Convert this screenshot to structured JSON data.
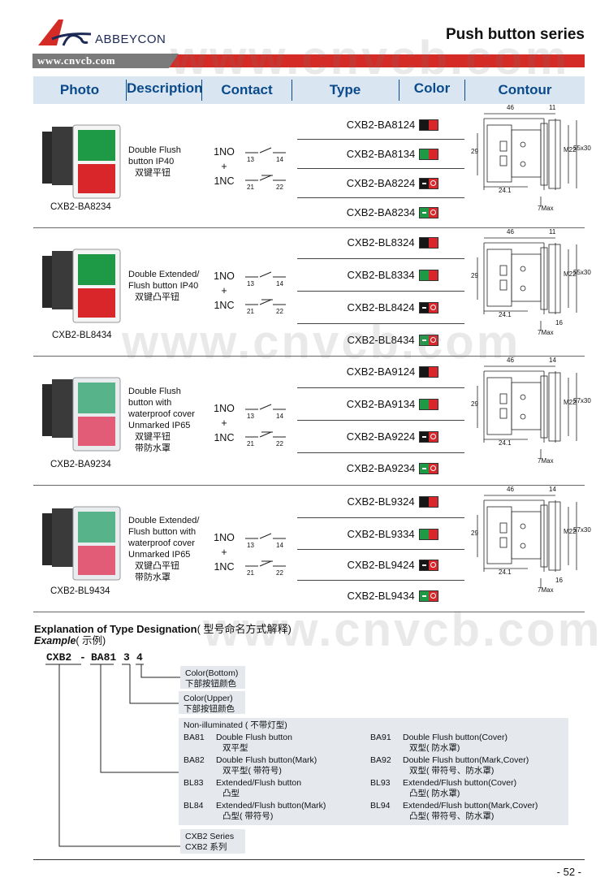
{
  "brand": {
    "name": "ABBEYCON",
    "url": "www.cnvcb.com",
    "watermark": "www.cnvcb.com"
  },
  "page_title": "Push button series",
  "headers": [
    "Photo",
    "Description",
    "Contact",
    "Type",
    "Color",
    "Contour"
  ],
  "contact": {
    "no": "1NO",
    "plus": "+",
    "nc": "1NC",
    "n13": "13",
    "n14": "14",
    "n21": "21",
    "n22": "22"
  },
  "sections": [
    {
      "model": "CXB2-BA8234",
      "desc_en": "Double Flush button IP40",
      "desc_cn": "双键平钮",
      "types": [
        "CXB2-BA8124",
        "CXB2-BA8134",
        "CXB2-BA8224",
        "CXB2-BA8234"
      ],
      "dims": {
        "w": "46",
        "h1": "11",
        "d": "29",
        "m": "M22",
        "o": "55x30",
        "b": "24.1",
        "t": "7Max"
      }
    },
    {
      "model": "CXB2-BL8434",
      "desc_en": "Double Extended/ Flush button IP40",
      "desc_cn": "双键凸平钮",
      "types": [
        "CXB2-BL8324",
        "CXB2-BL8334",
        "CXB2-BL8424",
        "CXB2-BL8434"
      ],
      "dims": {
        "w": "46",
        "h1": "11",
        "d": "29",
        "m": "M22",
        "o": "55x30",
        "b": "24.1",
        "t": "7Max",
        "e": "16"
      }
    },
    {
      "model": "CXB2-BA9234",
      "desc_en": "Double Flush button with waterproof cover Unmarked IP65",
      "desc_cn1": "双键平钮",
      "desc_cn2": "带防水罩",
      "types": [
        "CXB2-BA9124",
        "CXB2-BA9134",
        "CXB2-BA9224",
        "CXB2-BA9234"
      ],
      "dims": {
        "w": "46",
        "h1": "14",
        "d": "29",
        "m": "M22",
        "o": "57x30",
        "b": "24.1",
        "t": "7Max"
      }
    },
    {
      "model": "CXB2-BL9434",
      "desc_en": "Double Extended/ Flush button with waterproof cover Unmarked IP65",
      "desc_cn1": "双键凸平钮",
      "desc_cn2": "带防水罩",
      "types": [
        "CXB2-BL9324",
        "CXB2-BL9334",
        "CXB2-BL9424",
        "CXB2-BL9434"
      ],
      "dims": {
        "w": "46",
        "h1": "14",
        "d": "29",
        "m": "M22",
        "o": "57x30",
        "b": "24.1",
        "t": "7Max",
        "e": "16"
      }
    }
  ],
  "explanation": {
    "title": "Explanation of Type Designation",
    "title_cn": "( 型号命名方式解释)",
    "example": "Example",
    "example_cn": "( 示例)",
    "code": [
      "CXB2",
      "-",
      "BA81",
      "3",
      "4"
    ],
    "color_bottom": "Color(Bottom)",
    "color_bottom_cn": "下部按钮颜色",
    "color_upper": "Color(Upper)",
    "color_upper_cn": "下部按钮颜色",
    "non_illum": "Non-illuminated ( 不带灯型)",
    "left": [
      [
        "BA81",
        "Double Flush button",
        "双平型"
      ],
      [
        "BA82",
        "Double Flush button(Mark)",
        "双平型( 带符号)"
      ],
      [
        "BL83",
        "Extended/Flush button",
        "凸型"
      ],
      [
        "BL84",
        "Extended/Flush button(Mark)",
        "凸型( 带符号)"
      ]
    ],
    "right": [
      [
        "BA91",
        "Double Flush button(Cover)",
        "双型( 防水罩)"
      ],
      [
        "BA92",
        "Double Flush button(Mark,Cover)",
        "双型( 带符号、防水罩)"
      ],
      [
        "BL93",
        "Extended/Flush button(Cover)",
        "凸型( 防水罩)"
      ],
      [
        "BL94",
        "Extended/Flush button(Mark,Cover)",
        "凸型( 带符号、防水罩)"
      ]
    ],
    "series": "CXB2 Series",
    "series_cn": "CXB2 系列"
  },
  "page_number": "- 52 -",
  "colors": {
    "red": "#d8262b",
    "green": "#1e9a46",
    "black": "#161616",
    "header_bg": "#d9e6f2",
    "header_text": "#0a4a8a",
    "bar": "#d52b27"
  }
}
